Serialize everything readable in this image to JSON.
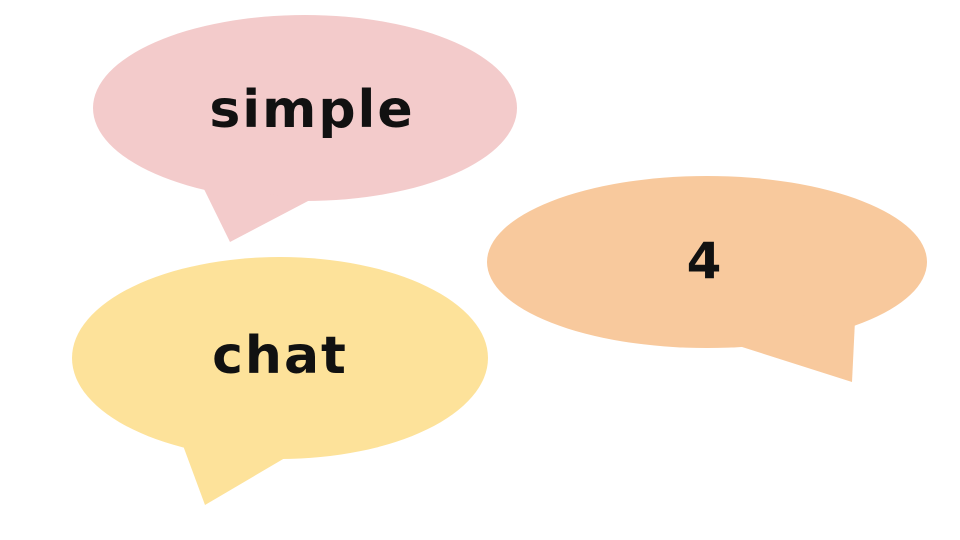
{
  "bubbles": [
    {
      "id": "bubble-simple",
      "text": "simple",
      "color": "#F3CBCB"
    },
    {
      "id": "bubble-four",
      "text": "4",
      "color": "#F8C99D"
    },
    {
      "id": "bubble-chat",
      "text": "chat",
      "color": "#FDE29A"
    }
  ]
}
